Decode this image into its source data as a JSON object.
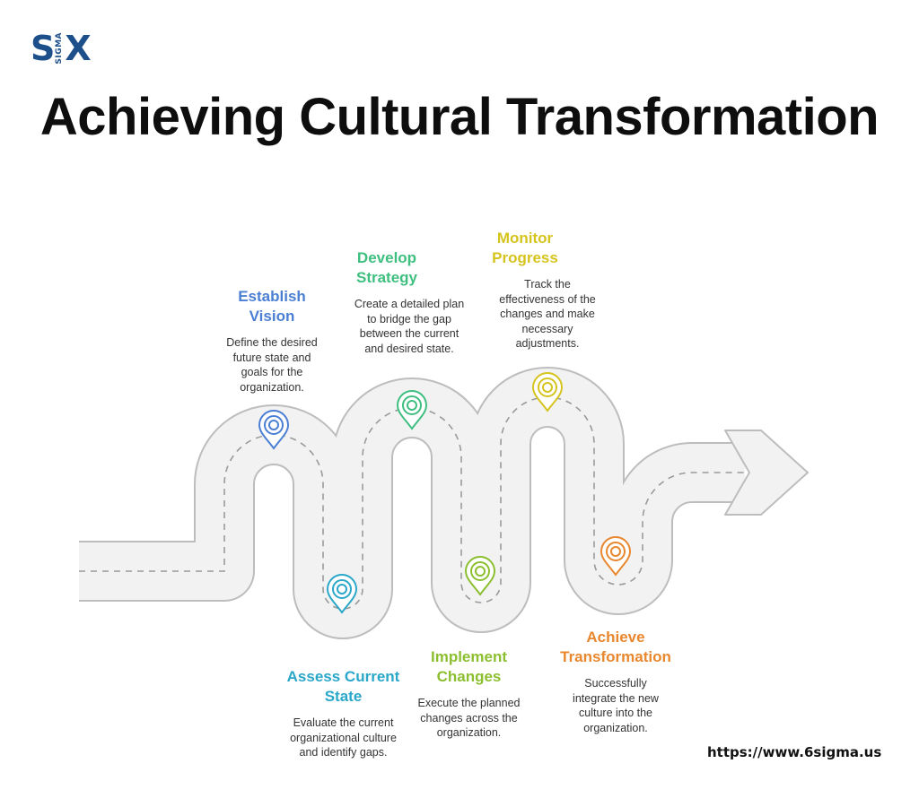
{
  "logo": {
    "letter_left": "S",
    "vertical_text": "SIGMA",
    "letter_right": "X"
  },
  "title": "Achieving Cultural Transformation",
  "steps": [
    {
      "title": "Establish Vision",
      "description": "Define the desired future state and goals for the organization.",
      "color": "#4a7fd4"
    },
    {
      "title": "Assess Current State",
      "description": "Evaluate the current organizational culture and identify gaps.",
      "color": "#2aa7c9"
    },
    {
      "title": "Develop Strategy",
      "description": "Create a detailed plan to bridge the gap between the current and desired state.",
      "color": "#3fbf7f"
    },
    {
      "title": "Implement Changes",
      "description": "Execute the planned changes across the organization.",
      "color": "#8cbf2f"
    },
    {
      "title": "Monitor Progress",
      "description": "Track the effectiveness of the changes and make necessary adjustments.",
      "color": "#d6c41e"
    },
    {
      "title": "Achieve Transformation",
      "description": "Successfully integrate the new culture into the organization.",
      "color": "#e8872e"
    }
  ],
  "footer_url": "https://www.6sigma.us"
}
